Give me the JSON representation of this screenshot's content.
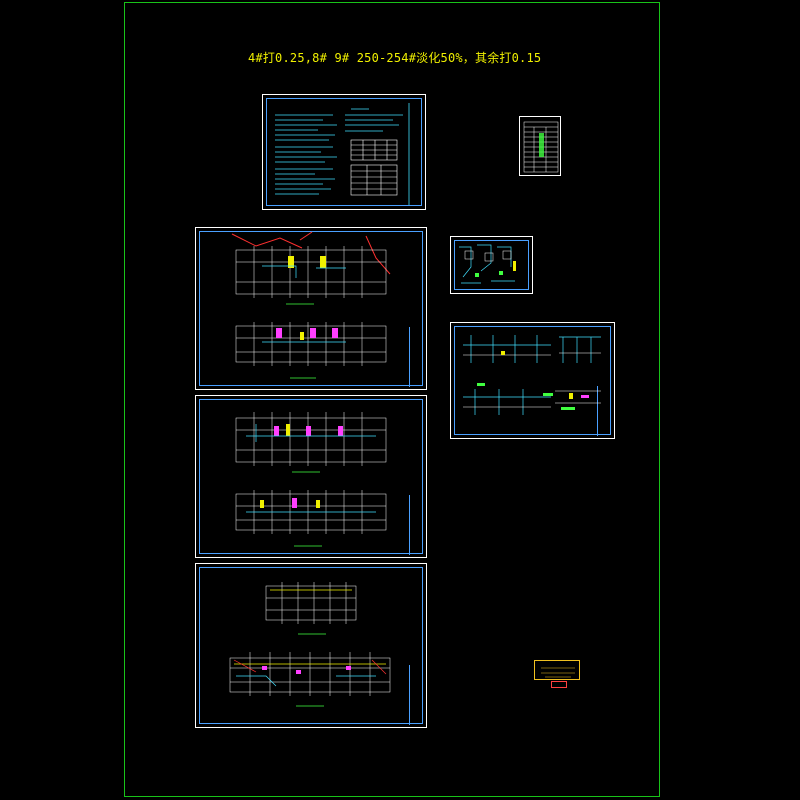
{
  "title": "4#打0.25,8# 9# 250-254#淡化50%，其余打0.15",
  "stamp_label": "",
  "colors": {
    "frame": "#19c219",
    "title": "#f0f000",
    "sheet_border": "#ffffff",
    "inner_border": "#4aa0ff",
    "grid": "#ffffff",
    "accent_magenta": "#ff40ff",
    "accent_yellow": "#f0f000",
    "accent_green": "#40ff40",
    "accent_red": "#ff3030",
    "accent_cyan": "#40e0ff"
  },
  "sheets": [
    {
      "id": "notes-sheet",
      "kind": "notes"
    },
    {
      "id": "legend-table-sheet",
      "kind": "table"
    },
    {
      "id": "floor-plan-sheet-1",
      "kind": "plans"
    },
    {
      "id": "detail-sheet-small",
      "kind": "details"
    },
    {
      "id": "system-diagram-sheet",
      "kind": "system"
    },
    {
      "id": "floor-plan-sheet-2",
      "kind": "plans"
    },
    {
      "id": "floor-plan-sheet-3",
      "kind": "plans"
    }
  ]
}
